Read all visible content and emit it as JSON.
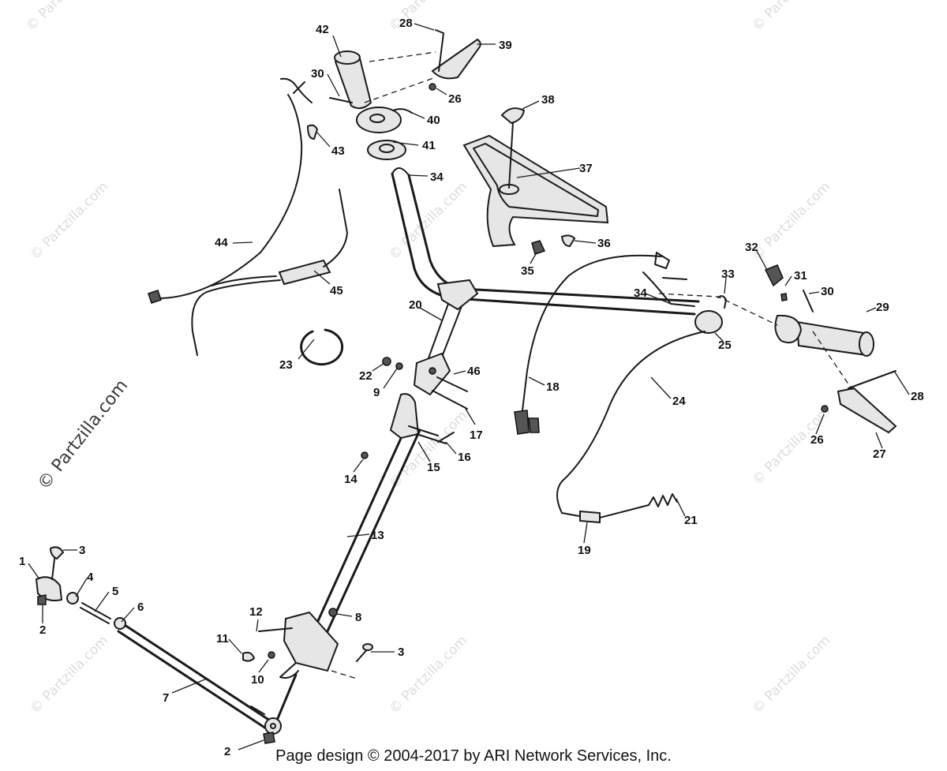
{
  "diagram": {
    "callouts": [
      {
        "id": "c42",
        "label": "42"
      },
      {
        "id": "c28a",
        "label": "28"
      },
      {
        "id": "c39",
        "label": "39"
      },
      {
        "id": "c30a",
        "label": "30"
      },
      {
        "id": "c26a",
        "label": "26"
      },
      {
        "id": "c38",
        "label": "38"
      },
      {
        "id": "c40",
        "label": "40"
      },
      {
        "id": "c43",
        "label": "43"
      },
      {
        "id": "c41",
        "label": "41"
      },
      {
        "id": "c34a",
        "label": "34"
      },
      {
        "id": "c37",
        "label": "37"
      },
      {
        "id": "c36",
        "label": "36"
      },
      {
        "id": "c35",
        "label": "35"
      },
      {
        "id": "c44",
        "label": "44"
      },
      {
        "id": "c45",
        "label": "45"
      },
      {
        "id": "c32",
        "label": "32"
      },
      {
        "id": "c33",
        "label": "33"
      },
      {
        "id": "c31",
        "label": "31"
      },
      {
        "id": "c30b",
        "label": "30"
      },
      {
        "id": "c34b",
        "label": "34"
      },
      {
        "id": "c29",
        "label": "29"
      },
      {
        "id": "c20",
        "label": "20"
      },
      {
        "id": "c25",
        "label": "25"
      },
      {
        "id": "c23",
        "label": "23"
      },
      {
        "id": "c22",
        "label": "22"
      },
      {
        "id": "c46",
        "label": "46"
      },
      {
        "id": "c9",
        "label": "9"
      },
      {
        "id": "c18",
        "label": "18"
      },
      {
        "id": "c24",
        "label": "24"
      },
      {
        "id": "c28b",
        "label": "28"
      },
      {
        "id": "c17",
        "label": "17"
      },
      {
        "id": "c26b",
        "label": "26"
      },
      {
        "id": "c27",
        "label": "27"
      },
      {
        "id": "c16",
        "label": "16"
      },
      {
        "id": "c15",
        "label": "15"
      },
      {
        "id": "c14",
        "label": "14"
      },
      {
        "id": "c21",
        "label": "21"
      },
      {
        "id": "c19",
        "label": "19"
      },
      {
        "id": "c13",
        "label": "13"
      },
      {
        "id": "c1",
        "label": "1"
      },
      {
        "id": "c3a",
        "label": "3"
      },
      {
        "id": "c4",
        "label": "4"
      },
      {
        "id": "c5",
        "label": "5"
      },
      {
        "id": "c6",
        "label": "6"
      },
      {
        "id": "c2a",
        "label": "2"
      },
      {
        "id": "c12",
        "label": "12"
      },
      {
        "id": "c8",
        "label": "8"
      },
      {
        "id": "c11",
        "label": "11"
      },
      {
        "id": "c3b",
        "label": "3"
      },
      {
        "id": "c10",
        "label": "10"
      },
      {
        "id": "c7",
        "label": "7"
      },
      {
        "id": "c2b",
        "label": "2"
      }
    ],
    "watermarks": [
      "© Partzilla.com"
    ]
  },
  "footer": {
    "text": "Page design © 2004-2017 by ARI Network Services, Inc."
  },
  "colors": {
    "line": "#1a1a1a",
    "background": "#ffffff",
    "watermark": "#dcdcdc"
  }
}
